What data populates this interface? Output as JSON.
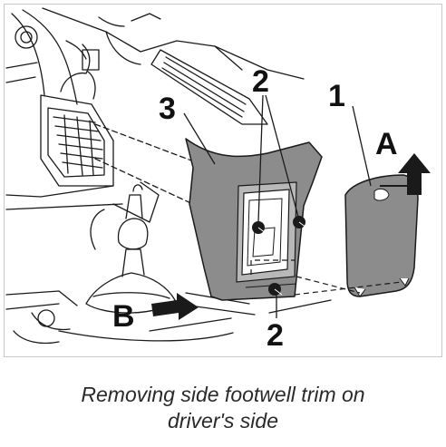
{
  "diagram": {
    "callouts": {
      "trim_panel": "3",
      "screws_top": "2",
      "screws_bottom": "2",
      "side_cover": "1",
      "direction_a": "A",
      "direction_b": "B"
    }
  },
  "caption": {
    "line1": "Removing side footwell trim on",
    "line2": "driver's side"
  },
  "colors": {
    "line": "#1a1a1a",
    "panel_fill": "#8c8c8c",
    "cover_fill": "#8c8c8c",
    "background": "#ffffff"
  }
}
